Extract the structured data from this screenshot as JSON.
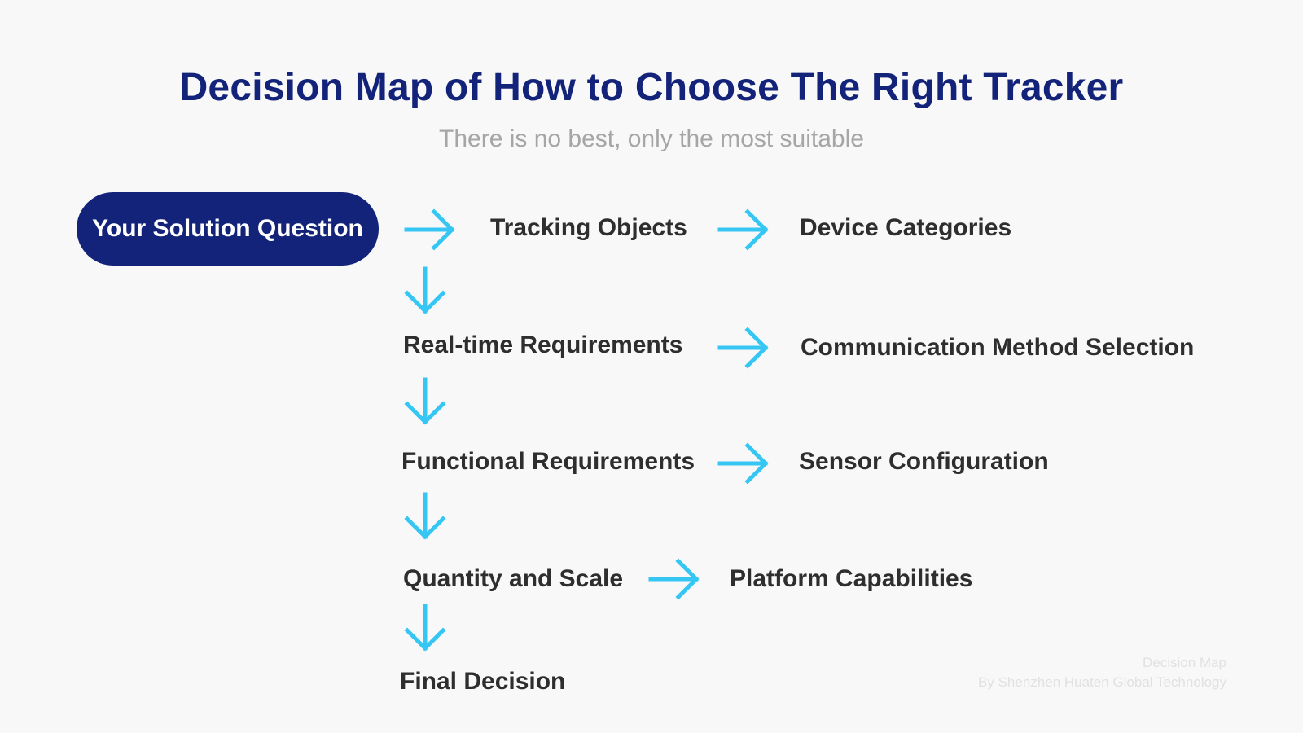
{
  "title": "Decision Map of How to Choose The Right Tracker",
  "subtitle": "There is no best, only the most suitable",
  "start_node": "Your Solution Question",
  "nodes": {
    "tracking_objects": "Tracking Objects",
    "device_categories": "Device Categories",
    "realtime_requirements": "Real-time Requirements",
    "communication_method": "Communication Method Selection",
    "functional_requirements": "Functional Requirements",
    "sensor_configuration": "Sensor Configuration",
    "quantity_scale": "Quantity and Scale",
    "platform_capabilities": "Platform Capabilities",
    "final_decision": "Final Decision"
  },
  "watermark": {
    "line1": "Decision Map",
    "line2": "By Shenzhen Huaten Global Technology"
  },
  "colors": {
    "title": "#13237a",
    "pill_bg": "#13237a",
    "arrow": "#35c6f4",
    "node_text": "#2e2e2e",
    "subtitle": "#a6a6a6",
    "background": "#f8f8f8"
  }
}
